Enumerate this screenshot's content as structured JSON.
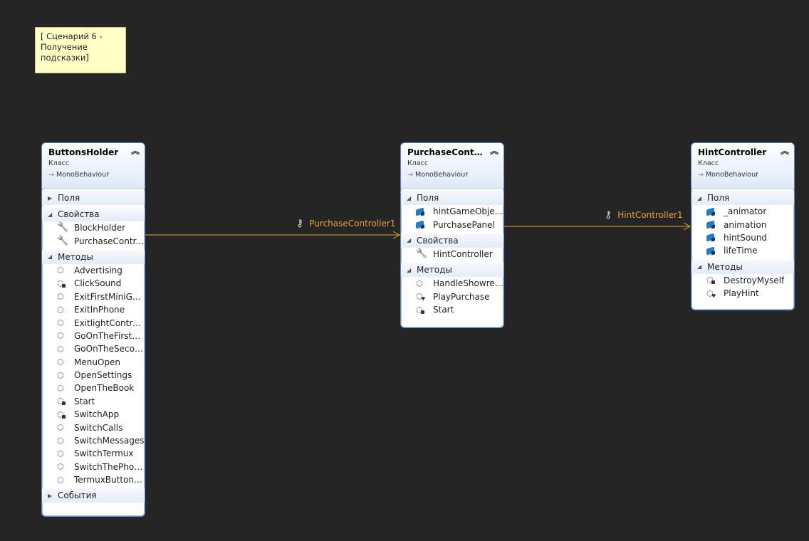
{
  "note": {
    "text": "[ Сценарий 6 - Получение подсказки]"
  },
  "classes": {
    "buttons_holder": {
      "name": "ButtonsHolder",
      "kind": "Класс",
      "base": "MonoBehaviour",
      "sections": {
        "fields": "Поля",
        "properties": "Свойства",
        "methods": "Методы",
        "events": "События"
      },
      "properties": [
        "BlockHolder",
        "PurchaseContr..."
      ],
      "methods": [
        "Advertising",
        "ClickSound",
        "ExitFirstMiniGa...",
        "ExitInPhone",
        "ExitlightControl...",
        "GoOnTheFirstFl...",
        "GoOnTheSecon...",
        "MenuOpen",
        "OpenSettings",
        "OpenTheBook",
        "Start",
        "SwitchApp",
        "SwitchCalls",
        "SwitchMessages",
        "SwitchTermux",
        "SwitchThePhone",
        "TermuxButtonC..."
      ]
    },
    "purchase_controller": {
      "name": "PurchaseContro...",
      "kind": "Класс",
      "base": "MonoBehaviour",
      "sections": {
        "fields": "Поля",
        "properties": "Свойства",
        "methods": "Методы"
      },
      "fields": [
        "hintGameObjects",
        "PurchasePanel"
      ],
      "properties": [
        "HintController"
      ],
      "methods": [
        "HandleShowres...",
        "PlayPurchase",
        "Start"
      ]
    },
    "hint_controller": {
      "name": "HintController",
      "kind": "Класс",
      "base": "MonoBehaviour",
      "sections": {
        "fields": "Поля",
        "methods": "Методы"
      },
      "fields": [
        "_animator",
        "animation",
        "hintSound",
        "lifeTime"
      ],
      "methods": [
        "DestroyMyself",
        "PlayHint"
      ]
    }
  },
  "associations": [
    {
      "label": "PurchaseController1",
      "from": "ButtonsHolder",
      "to": "PurchaseController"
    },
    {
      "label": "HintController1",
      "from": "PurchaseController",
      "to": "HintController"
    }
  ],
  "colors": {
    "background": "#252526",
    "association": "#e9a32e",
    "box_border": "#5e85c7"
  }
}
